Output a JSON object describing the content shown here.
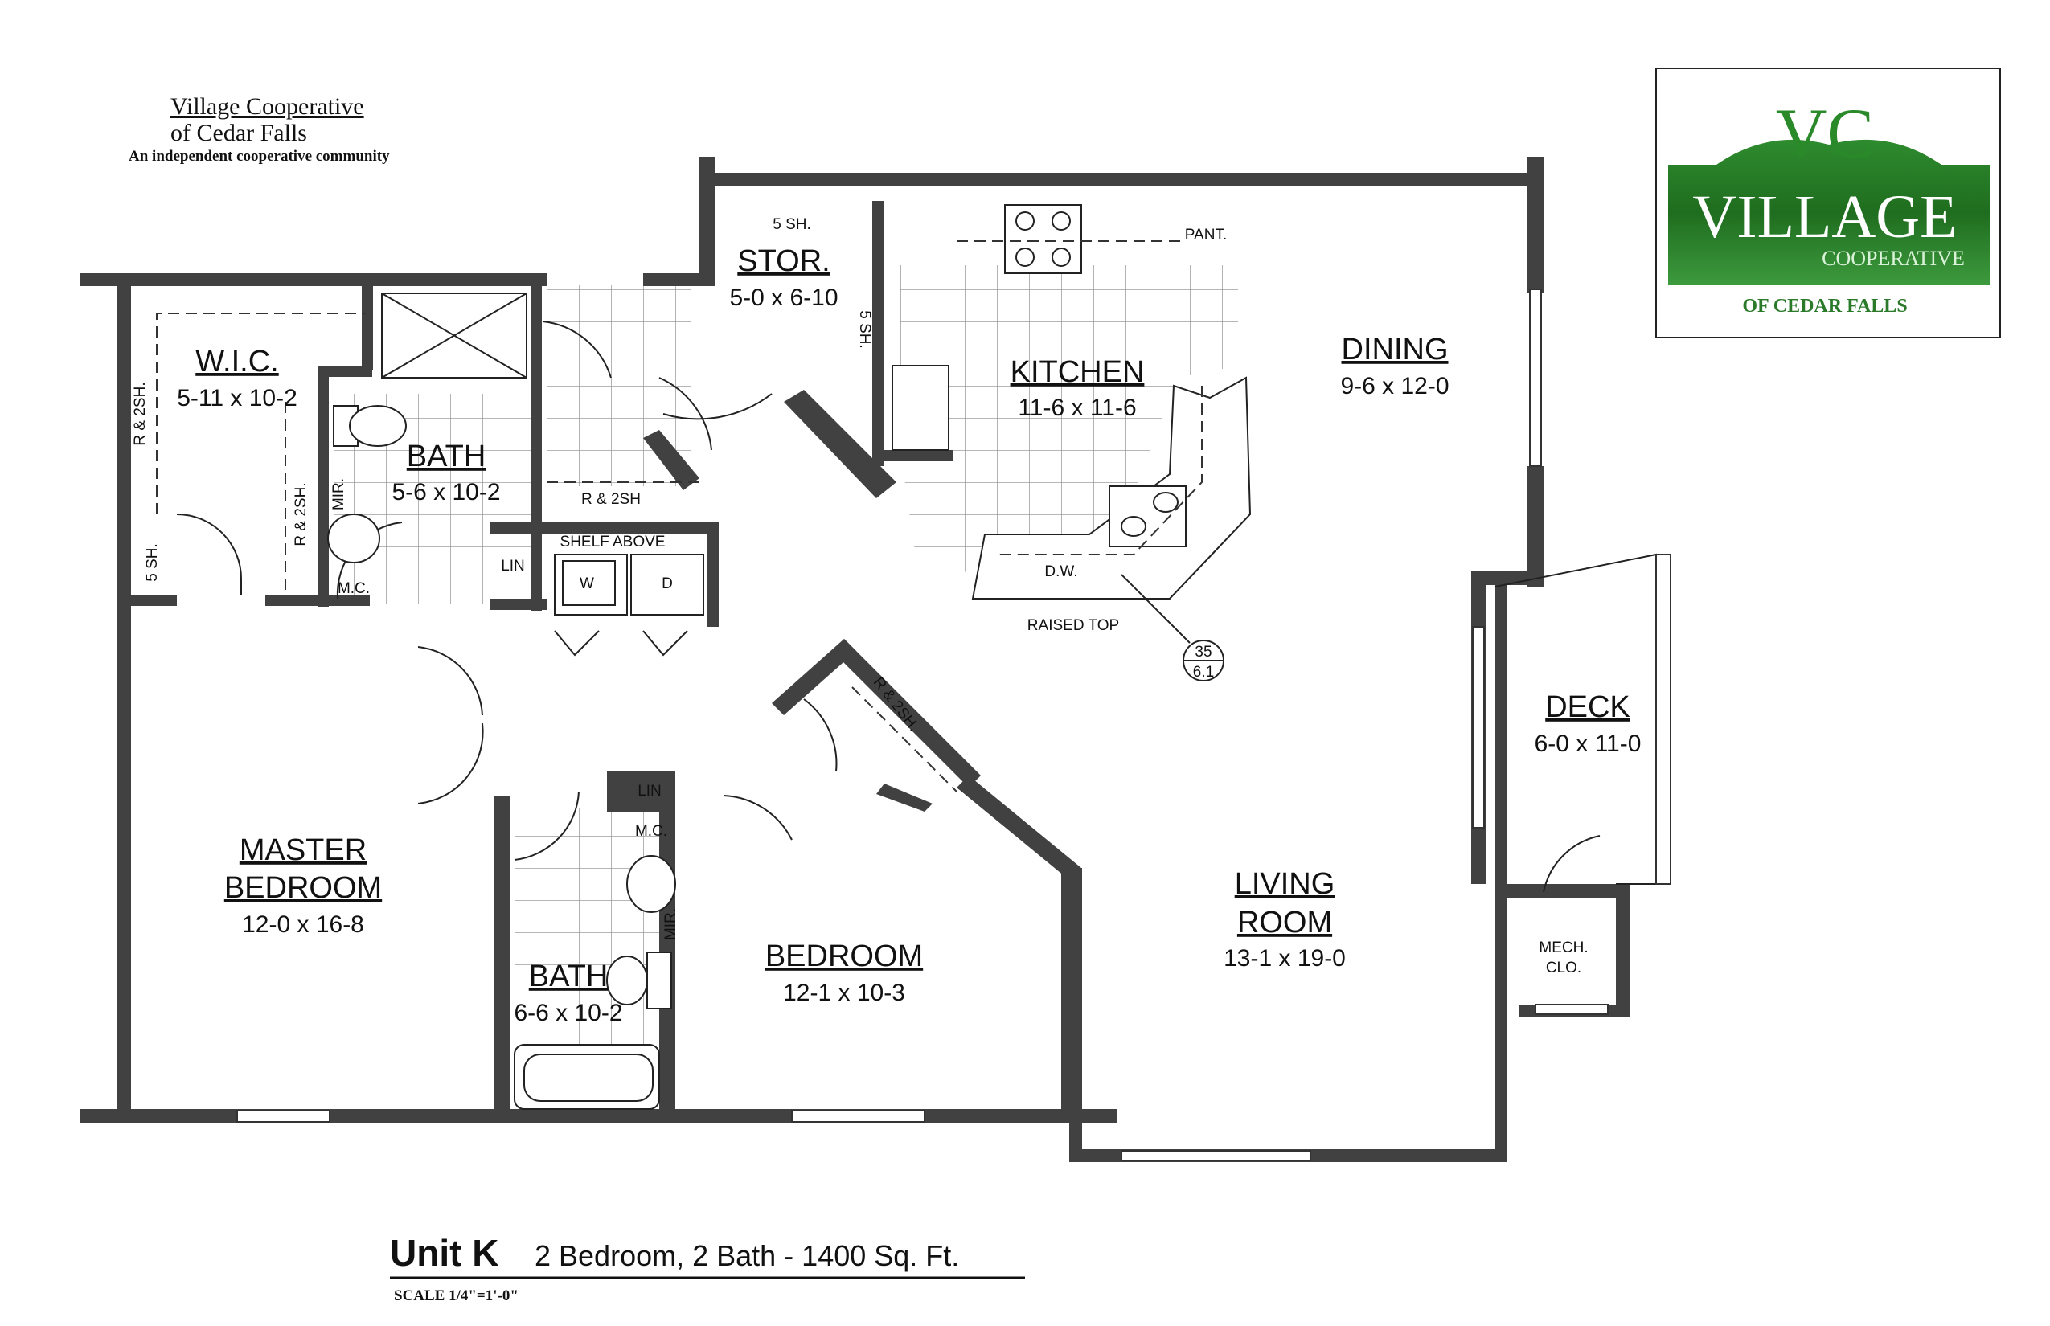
{
  "header": {
    "line1": "Village Cooperative",
    "line2": "of Cedar Falls",
    "tagline": "An independent cooperative community"
  },
  "logo": {
    "monogram": "VC",
    "wordmark": "VILLAGE",
    "sub": "COOPERATIVE",
    "location": "OF CEDAR FALLS",
    "colors": {
      "green_dark": "#1e6a1e",
      "green_light": "#4caf50",
      "text": "#2a7a2a"
    }
  },
  "rooms": {
    "wic": {
      "name": "W.I.C.",
      "dims": "5-11 x 10-2"
    },
    "master_bath": {
      "name": "BATH",
      "dims": "5-6 x 10-2"
    },
    "stor": {
      "name": "STOR.",
      "dims": "5-0 x 6-10"
    },
    "kitchen": {
      "name": "KITCHEN",
      "dims": "11-6 x 11-6"
    },
    "dining": {
      "name": "DINING",
      "dims": "9-6 x 12-0"
    },
    "deck": {
      "name": "DECK",
      "dims": "6-0 x 11-0"
    },
    "master_bedroom": {
      "name1": "MASTER",
      "name2": "BEDROOM",
      "dims": "12-0 x 16-8"
    },
    "living": {
      "name1": "LIVING",
      "name2": "ROOM",
      "dims": "13-1 x 19-0"
    },
    "bedroom": {
      "name": "BEDROOM",
      "dims": "12-1 x 10-3"
    },
    "bath2": {
      "name": "BATH",
      "dims": "6-6 x 10-2"
    }
  },
  "labels": {
    "five_sh": "5 SH.",
    "r2sh": "R & 2SH.",
    "r2sh_plain": "R & 2SH",
    "mir": "MIR.",
    "mc": "M.C.",
    "lin": "LIN",
    "shelf_above": "SHELF ABOVE",
    "washer": "W",
    "dryer": "D",
    "pant": "PANT.",
    "dw": "D.W.",
    "raised_top": "RAISED TOP",
    "mech1": "MECH.",
    "mech2": "CLO.",
    "section_top": "35",
    "section_bottom": "6.1"
  },
  "footer": {
    "unit": "Unit K",
    "desc": "2 Bedroom, 2 Bath - 1400 Sq. Ft.",
    "scale": "SCALE 1/4\"=1'-0\""
  }
}
